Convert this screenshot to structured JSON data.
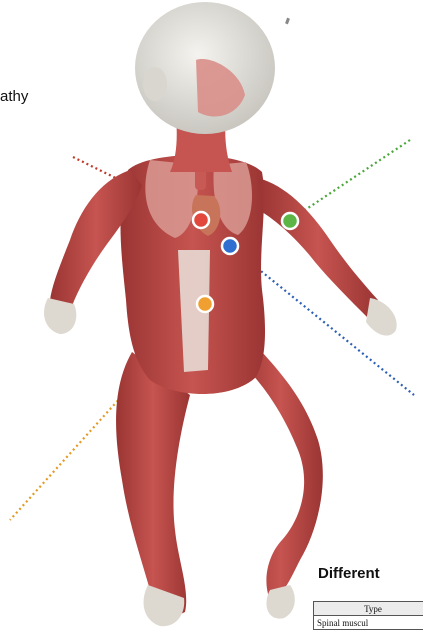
{
  "cutoff_text": "athy",
  "section_heading": "Different",
  "table_fragment": {
    "header": "Type",
    "first_row": "Spinal muscul"
  },
  "markers": [
    {
      "name": "red-marker",
      "color": "#e2473c",
      "line_color": "#c0392b"
    },
    {
      "name": "green-marker",
      "color": "#5cb544",
      "line_color": "#4aa63a"
    },
    {
      "name": "blue-marker",
      "color": "#2f6fd0",
      "line_color": "#2c5fb5"
    },
    {
      "name": "orange-marker",
      "color": "#f0a030",
      "line_color": "#e29a22"
    }
  ],
  "colors": {
    "muscle": "#b8433f",
    "muscle_dark": "#8e2c2b",
    "skin": "#e6e4de",
    "tendon": "#e9e3dc"
  }
}
